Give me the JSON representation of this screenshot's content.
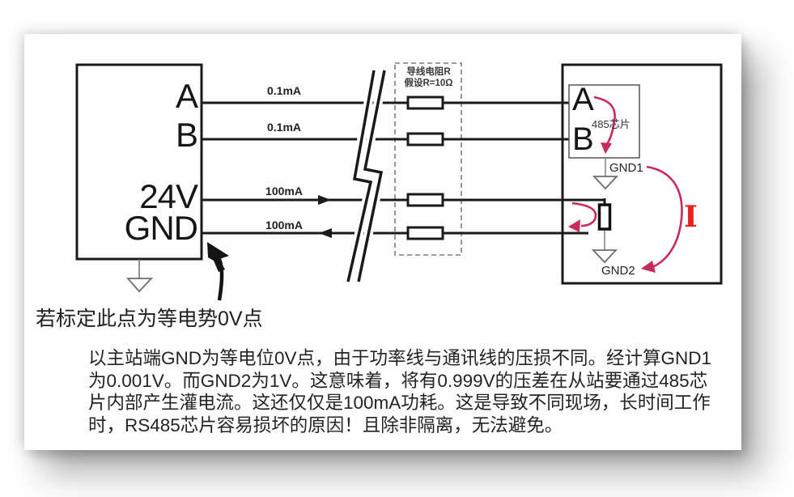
{
  "master_box": {
    "pin_a": "A",
    "pin_b": "B",
    "pin_24v": "24V",
    "pin_gnd": "GND"
  },
  "currents": {
    "line_a": "0.1mA",
    "line_b": "0.1mA",
    "line_24v": "100mA",
    "line_gnd": "100mA"
  },
  "wire_resistance_note": {
    "line1": "导线电阻R",
    "line2": "假设R=10Ω"
  },
  "slave_box": {
    "pin_a": "A",
    "pin_b": "B",
    "chip_label": "485芯片",
    "gnd1_label": "GND1",
    "gnd2_label": "GND2",
    "loop_current_symbol": "I"
  },
  "callout": {
    "text": "若标定此点为等电势0V点"
  },
  "description": {
    "lines": [
      "以主站端GND为等电位0V点，由于功率线与通讯线的压损不同。经计算GND1",
      "为0.001V。而GND2为1V。这意味着，将有0.999V的压差在从站要通过485芯",
      "片内部产生灌电流。这还仅仅是100mA功耗。这是导致不同现场，长时间工作",
      "时，RS485芯片容易损坏的原因！且除非隔离，无法避免。"
    ]
  },
  "colors": {
    "wire_black": "#1a1a1a",
    "loop_pink": "#c92a5c",
    "current_red": "#e5231a",
    "ground_gray": "#6e6e6e"
  }
}
